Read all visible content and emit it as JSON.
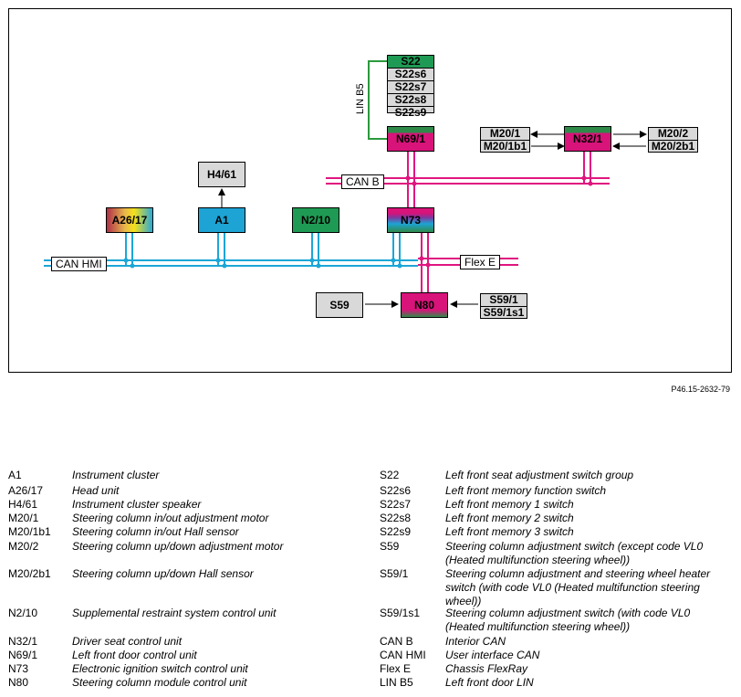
{
  "nodes": {
    "S22": "S22",
    "S22_sub": [
      "S22s6",
      "S22s7",
      "S22s8",
      "S22s9"
    ],
    "N69_1": "N69/1",
    "N32_1": "N32/1",
    "M20_1": "M20/1",
    "M20_1b1": "M20/1b1",
    "M20_2": "M20/2",
    "M20_2b1": "M20/2b1",
    "H4_61": "H4/61",
    "A26_17": "A26/17",
    "A1": "A1",
    "N2_10": "N2/10",
    "N73": "N73",
    "S59": "S59",
    "N80": "N80",
    "S59_1": "S59/1",
    "S59_1s1": "S59/1s1"
  },
  "buses": {
    "can_b": "CAN B",
    "can_hmi": "CAN HMI",
    "flex_e": "Flex E",
    "lin_b5": "LIN B5"
  },
  "colors": {
    "can_b": "#e0157f",
    "can_hmi": "#1ba6d6",
    "lin": "#2a9a3c",
    "magenta_node": "#d8137a",
    "blue_node": "#1da3d4",
    "green_node": "#1f9a54",
    "grey_node": "#d9d9d9"
  },
  "reference": "P46.15-2632-79",
  "legend_left": [
    {
      "code": "A1",
      "desc": "Instrument cluster"
    },
    {
      "code": "A26/17",
      "desc": "Head unit"
    },
    {
      "code": "H4/61",
      "desc": "Instrument cluster speaker"
    },
    {
      "code": "M20/1",
      "desc": "Steering column in/out adjustment motor"
    },
    {
      "code": "M20/1b1",
      "desc": "Steering column in/out Hall sensor"
    },
    {
      "code": "M20/2",
      "desc": "Steering column up/down adjustment motor"
    },
    {
      "code": "M20/2b1",
      "desc": "Steering column up/down Hall sensor"
    },
    {
      "code": "N2/10",
      "desc": "Supplemental restraint system control unit"
    },
    {
      "code": "N32/1",
      "desc": "Driver seat control unit"
    },
    {
      "code": "N69/1",
      "desc": "Left front door control unit"
    },
    {
      "code": "N73",
      "desc": "Electronic ignition switch control unit"
    },
    {
      "code": "N80",
      "desc": "Steering column module control unit"
    }
  ],
  "legend_right": [
    {
      "code": "S22",
      "desc": "Left front seat adjustment switch group"
    },
    {
      "code": "S22s6",
      "desc": "Left front memory function switch"
    },
    {
      "code": "S22s7",
      "desc": "Left front memory 1 switch"
    },
    {
      "code": "S22s8",
      "desc": "Left front memory 2 switch"
    },
    {
      "code": "S22s9",
      "desc": "Left front memory 3 switch"
    },
    {
      "code": "S59",
      "desc": "Steering column adjustment switch (except code VL0 (Heated multifunction steering wheel))"
    },
    {
      "code": "S59/1",
      "desc": "Steering column adjustment and steering wheel heater switch (with code VL0 (Heated multifunction steering wheel))"
    },
    {
      "code": "S59/1s1",
      "desc": "Steering column adjustment switch (with code VL0 (Heated multifunction steering wheel))"
    },
    {
      "code": "CAN B",
      "desc": "Interior CAN"
    },
    {
      "code": "CAN HMI",
      "desc": "User interface CAN"
    },
    {
      "code": "Flex E",
      "desc": "Chassis FlexRay"
    },
    {
      "code": "LIN B5",
      "desc": "Left front door LIN"
    }
  ]
}
